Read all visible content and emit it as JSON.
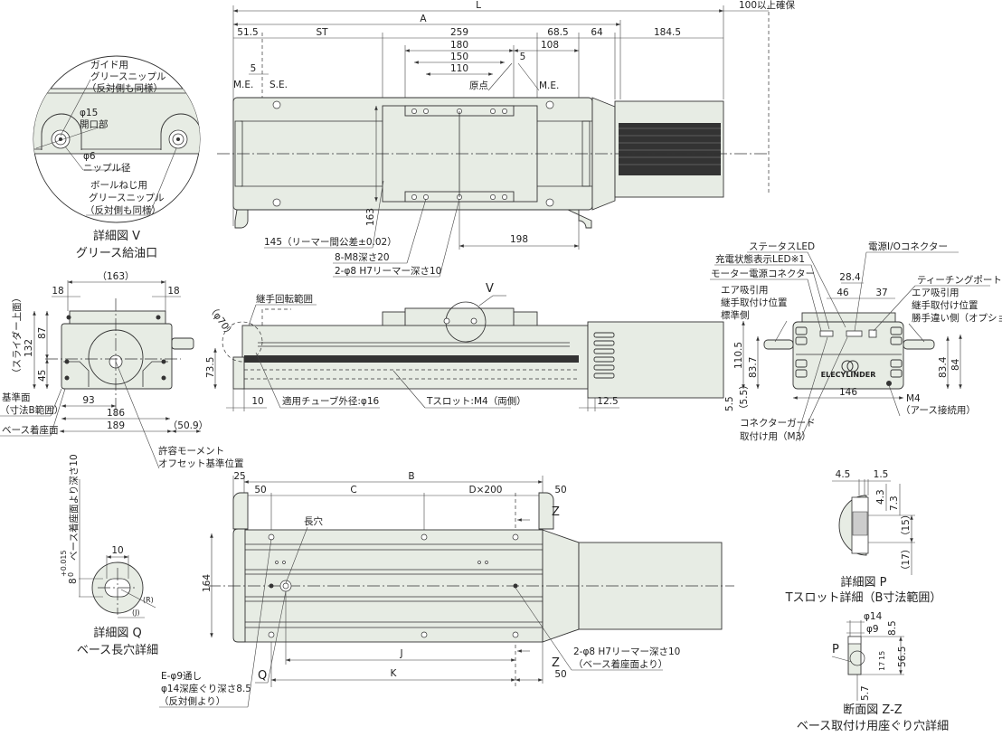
{
  "detail_v": {
    "title": "詳細図 V",
    "subtitle": "グリース給油口",
    "guide_nipple": [
      "ガイド用",
      "グリースニップル",
      "（反対側も同様）"
    ],
    "opening": [
      "φ15",
      "開口部"
    ],
    "nipple_dia": [
      "φ6",
      "ニップル径"
    ],
    "ballscrew_nipple": [
      "ボールねじ用",
      "グリースニップル",
      "（反対側も同様）"
    ]
  },
  "top_view": {
    "dims": {
      "L": "L",
      "A": "A",
      "d51_5": "51.5",
      "ST": "ST",
      "d259": "259",
      "d68_5": "68.5",
      "d64": "64",
      "d184_5": "184.5",
      "clearance": "100以上確保",
      "d180": "180",
      "d108": "108",
      "d150": "150",
      "d110": "110",
      "d5_left": "5",
      "d5_right": "5",
      "d163": "163",
      "d198": "198"
    },
    "labels": {
      "me_left": "M.E.",
      "se": "S.E.",
      "origin": "原点",
      "me_right": "M.E.",
      "reamer_pitch": "145（リーマー間公差±0.02）",
      "tapped": "8-M8深さ20",
      "reamer": "2-φ8 H7リーマー深さ10"
    }
  },
  "end_view": {
    "d163": "（163）",
    "d18_left": "18",
    "d18_right": "18",
    "d132": "132",
    "slider_top": "（スライダー上面）",
    "d87": "87",
    "d45": "45",
    "d73_5": "73.5",
    "d93": "93",
    "d186": "186",
    "d189": "189",
    "d50_9": "（50.9）",
    "ref_surface": [
      "基準面",
      "（寸法B範囲）"
    ],
    "base_surface": "ベース着座面",
    "moment": [
      "許容モーメント",
      "オフセット基準位置"
    ]
  },
  "front_view": {
    "phi70": "（φ70）",
    "joint_rotation": "継手回転範囲",
    "v": "V",
    "d10": "10",
    "tube": "適用チューブ外径:φ16",
    "tslot": "Tスロット:M4（両側）",
    "d12_5": "12.5"
  },
  "controller_view": {
    "status_led": "ステータスLED",
    "charge_led": "充電状態表示LED※1",
    "motor_connector": "モーター電源コネクター",
    "air_standard": [
      "エア吸引用",
      "継手取付け位置",
      "標準側"
    ],
    "power_io": "電源I/Oコネクター",
    "d28_4": "28.4",
    "teaching_port": "ティーチングポート",
    "d46": "46",
    "d37": "37",
    "air_option": [
      "エア吸引用",
      "継手取付け位置",
      "勝手違い側（オプション）"
    ],
    "d110_5": "110.5",
    "d83_7": "83.7",
    "d83_4": "83.4",
    "d84": "84",
    "d5_5": "5.5",
    "d5_5_ref": "（5.5）",
    "d146": "146",
    "m4": "M4",
    "ground": "（アース接続用）",
    "guard": [
      "コネクターガード",
      "取付け用（M3）"
    ],
    "logo": "ELECYLINDER"
  },
  "bottom_view": {
    "d25": "25",
    "B": "B",
    "d50_a": "50",
    "C": "C",
    "D200": "D×200",
    "d50_b": "50",
    "slot": "長穴",
    "z_top": "Z",
    "z_bottom": "Z",
    "d164": "164",
    "J": "J",
    "K": "K",
    "d50_c": "50",
    "Q": "Q",
    "reamer": [
      "2-φ8 H7リーマー深さ10",
      "（ベース着座面より）"
    ],
    "holes": [
      "E-φ9通し",
      "φ14深座ぐり深さ8.5",
      "（反対側より）"
    ]
  },
  "detail_q": {
    "title": "詳細図 Q",
    "subtitle": "ベース長穴詳細",
    "d10": "10",
    "d8": "8",
    "tol_upper": "+0.015",
    "tol_lower": "0",
    "depth_note": "ベース着座面より深さ10",
    "R": "(R)",
    "J": "(J)"
  },
  "detail_p": {
    "title": "詳細図 P",
    "subtitle": "Tスロット詳細（B寸法範囲）",
    "d4_5": "4.5",
    "d1_5": "1.5",
    "d4_3": "4.3",
    "d7_3": "7.3",
    "d15": "（15）",
    "d17": "（17）"
  },
  "section_zz": {
    "title": "断面図 Z-Z",
    "subtitle": "ベース取付け用座ぐり穴詳細",
    "phi14": "φ14",
    "phi9": "φ9",
    "d8_5": "8.5",
    "P": "P",
    "d56_5": "56.5",
    "d17": "17",
    "d15": "15",
    "d5_7": "5.7"
  }
}
